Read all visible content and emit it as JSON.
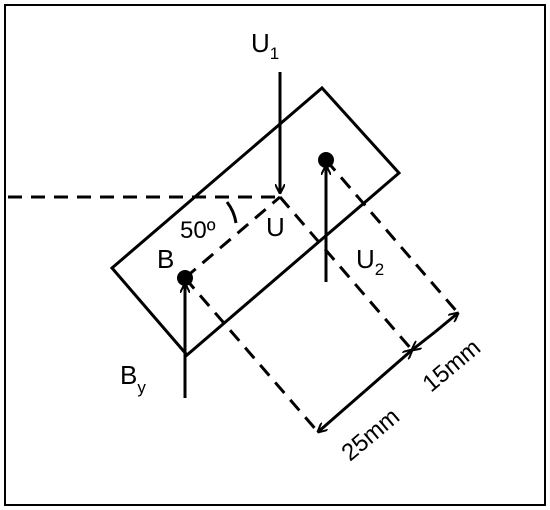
{
  "labels": {
    "u1_main": "U",
    "u1_sub": "1",
    "u2_main": "U",
    "u2_sub": "2",
    "by_main": "B",
    "by_sub": "y",
    "b": "B",
    "u": "U",
    "angle": "50º",
    "dim_25": "25mm",
    "dim_15": "15mm"
  },
  "colors": {
    "stroke": "#000000",
    "background": "#ffffff"
  }
}
